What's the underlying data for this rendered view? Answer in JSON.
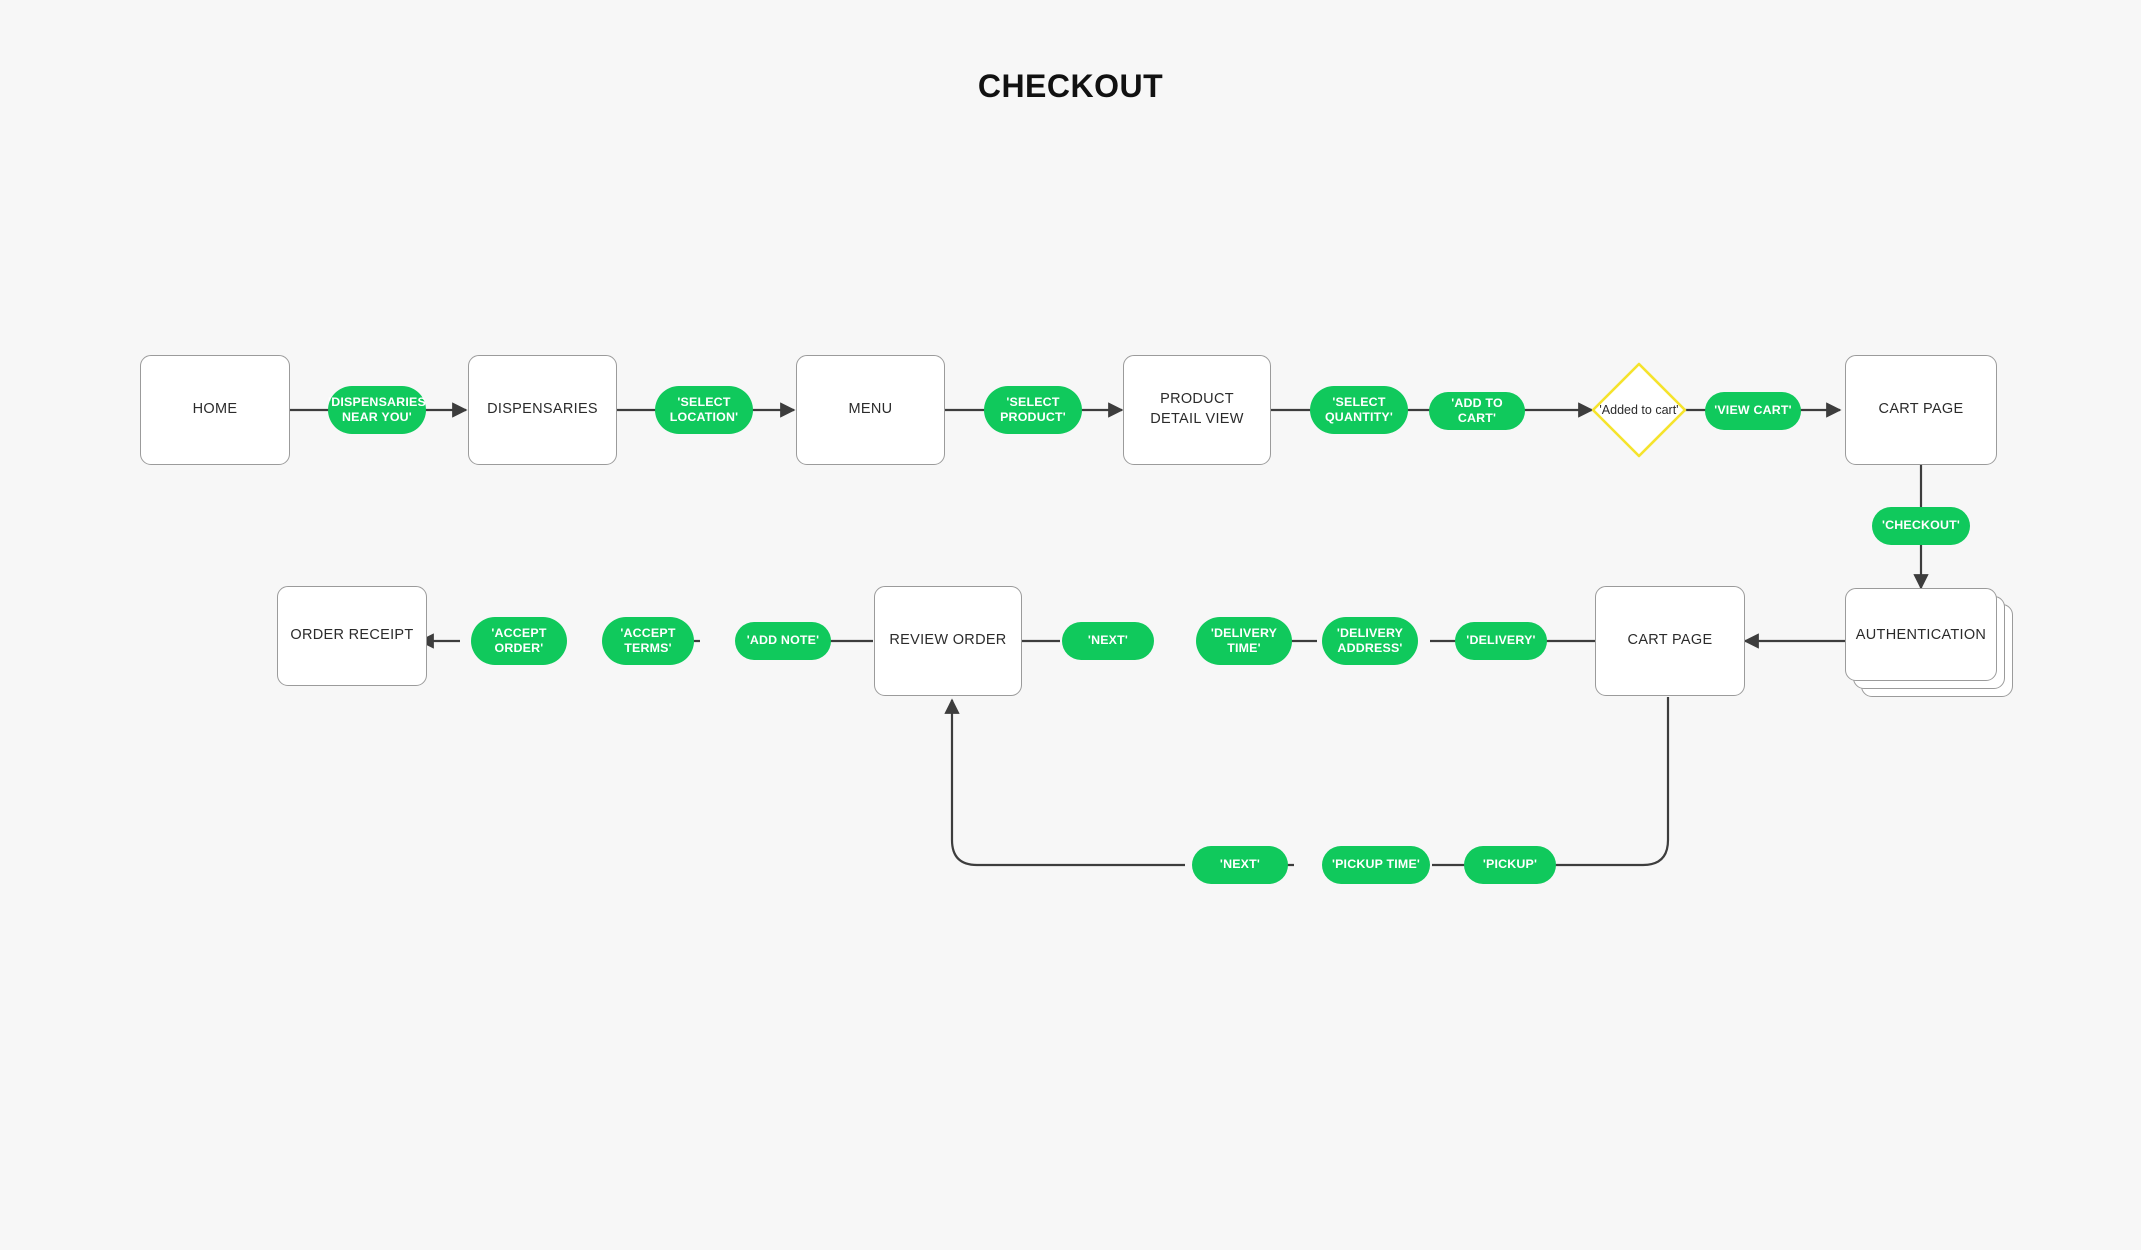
{
  "page": {
    "title": "CHECKOUT",
    "background_color": "#f7f7f7",
    "accent_green": "#10c95c",
    "decision_yellow": "#f5e32c",
    "node_border": "#9b9b9b",
    "edge_color": "#3d3d3d"
  },
  "chart_data": {
    "type": "diagram",
    "title": "CHECKOUT",
    "diagram_kind": "user-flow-flowchart",
    "screens": [
      {
        "id": "home",
        "label": "HOME",
        "shape": "rounded-rect"
      },
      {
        "id": "dispensaries",
        "label": "DISPENSARIES",
        "shape": "rounded-rect"
      },
      {
        "id": "menu",
        "label": "MENU",
        "shape": "rounded-rect"
      },
      {
        "id": "product-detail-view",
        "label": "PRODUCT DETAIL VIEW",
        "shape": "rounded-rect"
      },
      {
        "id": "cart-page-1",
        "label": "CART PAGE",
        "shape": "rounded-rect"
      },
      {
        "id": "authentication",
        "label": "AUTHENTICATION",
        "shape": "stacked-rect"
      },
      {
        "id": "cart-page-2",
        "label": "CART PAGE",
        "shape": "rounded-rect"
      },
      {
        "id": "review-order",
        "label": "REVIEW ORDER",
        "shape": "rounded-rect"
      },
      {
        "id": "order-receipt",
        "label": "ORDER RECEIPT",
        "shape": "rounded-rect"
      }
    ],
    "decisions": [
      {
        "id": "added-to-cart",
        "label": "'Added to cart'",
        "shape": "diamond",
        "color": "#f5e32c"
      }
    ],
    "actions": [
      {
        "id": "dispensaries-near-you",
        "label": "'DISPENSARIES NEAR YOU'"
      },
      {
        "id": "select-location",
        "label": "'SELECT LOCATION'"
      },
      {
        "id": "select-product",
        "label": "'SELECT PRODUCT'"
      },
      {
        "id": "select-quantity",
        "label": "'SELECT QUANTITY'"
      },
      {
        "id": "add-to-cart",
        "label": "'ADD TO CART'"
      },
      {
        "id": "view-cart",
        "label": "'VIEW CART'"
      },
      {
        "id": "checkout",
        "label": "'CHECKOUT'"
      },
      {
        "id": "delivery",
        "label": "'DELIVERY'"
      },
      {
        "id": "delivery-address",
        "label": "'DELIVERY ADDRESS'"
      },
      {
        "id": "delivery-time",
        "label": "'DELIVERY TIME'"
      },
      {
        "id": "next-delivery",
        "label": "'NEXT'"
      },
      {
        "id": "pickup",
        "label": "'PICKUP'"
      },
      {
        "id": "pickup-time",
        "label": "'PICKUP TIME'"
      },
      {
        "id": "next-pickup",
        "label": "'NEXT'"
      },
      {
        "id": "add-note",
        "label": "'ADD NOTE'"
      },
      {
        "id": "accept-terms",
        "label": "'ACCEPT TERMS'"
      },
      {
        "id": "accept-order",
        "label": "'ACCEPT ORDER'"
      }
    ],
    "edges": [
      {
        "from": "home",
        "via": "dispensaries-near-you",
        "to": "dispensaries"
      },
      {
        "from": "dispensaries",
        "via": "select-location",
        "to": "menu"
      },
      {
        "from": "menu",
        "via": "select-product",
        "to": "product-detail-view"
      },
      {
        "from": "product-detail-view",
        "via": "select-quantity",
        "to": "add-to-cart"
      },
      {
        "from": "add-to-cart",
        "to": "added-to-cart"
      },
      {
        "from": "added-to-cart",
        "via": "view-cart",
        "to": "cart-page-1"
      },
      {
        "from": "cart-page-1",
        "via": "checkout",
        "to": "authentication"
      },
      {
        "from": "authentication",
        "to": "cart-page-2"
      },
      {
        "from": "cart-page-2",
        "via": "delivery",
        "to": "delivery-address"
      },
      {
        "from": "delivery-address",
        "via": "delivery-time",
        "to": "next-delivery"
      },
      {
        "from": "next-delivery",
        "to": "review-order"
      },
      {
        "from": "cart-page-2",
        "via": "pickup",
        "to": "pickup-time"
      },
      {
        "from": "pickup-time",
        "via": "next-pickup",
        "to": "review-order"
      },
      {
        "from": "review-order",
        "via": "add-note",
        "to": "accept-terms"
      },
      {
        "from": "accept-terms",
        "via": "accept-order",
        "to": "order-receipt"
      }
    ]
  },
  "nodes": {
    "home": "HOME",
    "dispensaries": "DISPENSARIES",
    "menu": "MENU",
    "product_detail_view": "PRODUCT DETAIL VIEW",
    "cart_page_1": "CART PAGE",
    "authentication": "AUTHENTICATION",
    "cart_page_2": "CART PAGE",
    "review_order": "REVIEW ORDER",
    "order_receipt": "ORDER RECEIPT",
    "added_to_cart": "'Added to cart'"
  },
  "actions": {
    "dispensaries_near_you": "'DISPENSARIES NEAR YOU'",
    "select_location": "'SELECT LOCATION'",
    "select_product": "'SELECT PRODUCT'",
    "select_quantity": "'SELECT QUANTITY'",
    "add_to_cart": "'ADD TO CART'",
    "view_cart": "'VIEW CART'",
    "checkout": "'CHECKOUT'",
    "delivery": "'DELIVERY'",
    "delivery_address": "'DELIVERY ADDRESS'",
    "delivery_time": "'DELIVERY TIME'",
    "next_delivery": "'NEXT'",
    "pickup": "'PICKUP'",
    "pickup_time": "'PICKUP TIME'",
    "next_pickup": "'NEXT'",
    "add_note": "'ADD NOTE'",
    "accept_terms": "'ACCEPT TERMS'",
    "accept_order": "'ACCEPT ORDER'"
  }
}
